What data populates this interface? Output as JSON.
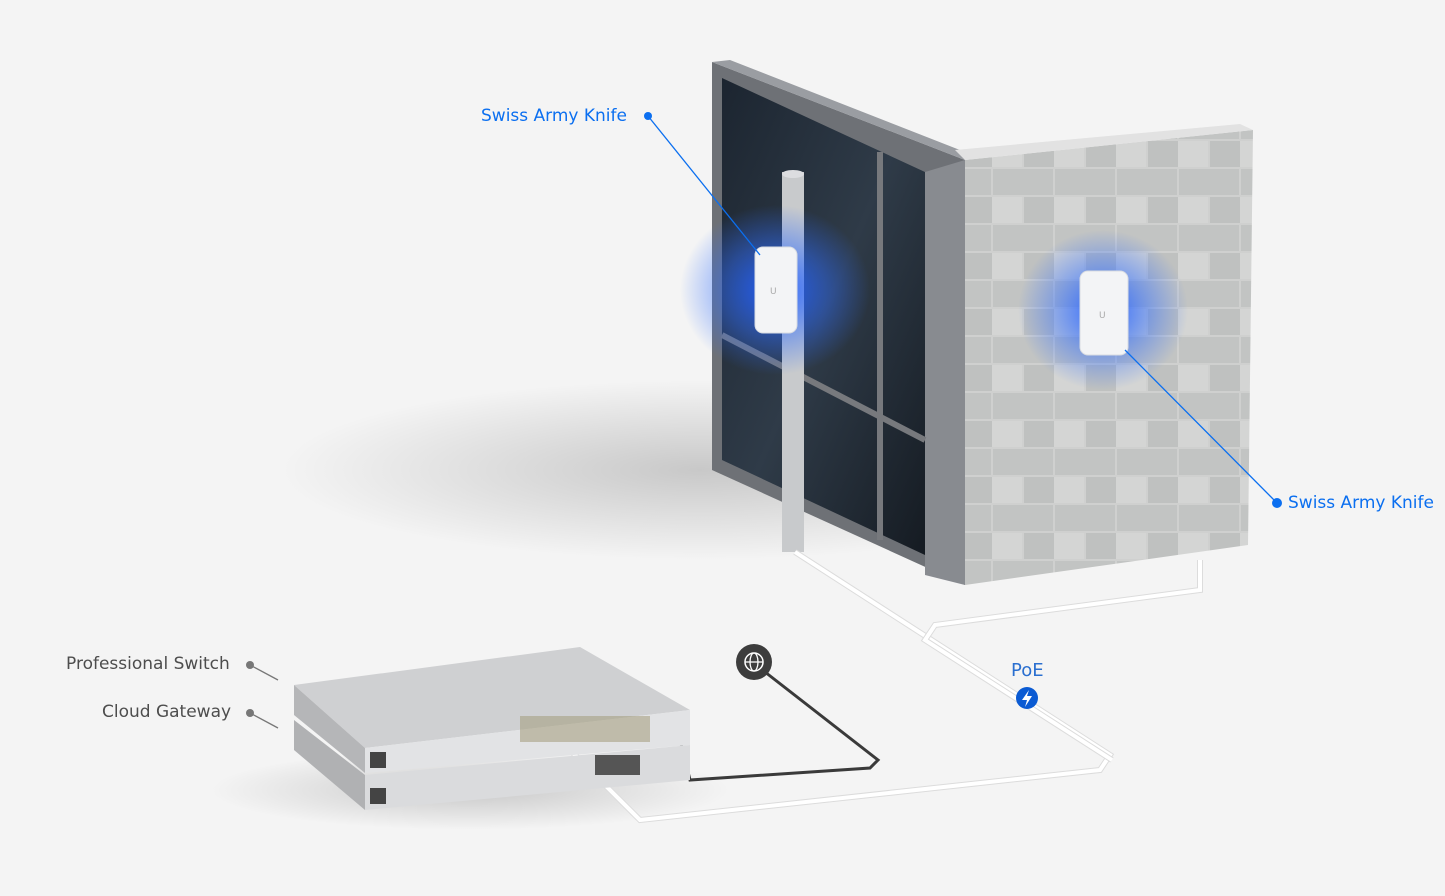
{
  "labels": {
    "ap_window": "Swiss Army Knife",
    "ap_wall": "Swiss Army Knife",
    "switch": "Professional Switch",
    "gateway": "Cloud Gateway",
    "poe": "PoE"
  },
  "icons": {
    "internet": "globe-icon",
    "poe": "lightning-bolt-icon"
  },
  "colors": {
    "accent": "#0b6ff0",
    "glow": "#1f5cff",
    "label_gray": "#4d4d4d",
    "background": "#f4f4f4"
  }
}
